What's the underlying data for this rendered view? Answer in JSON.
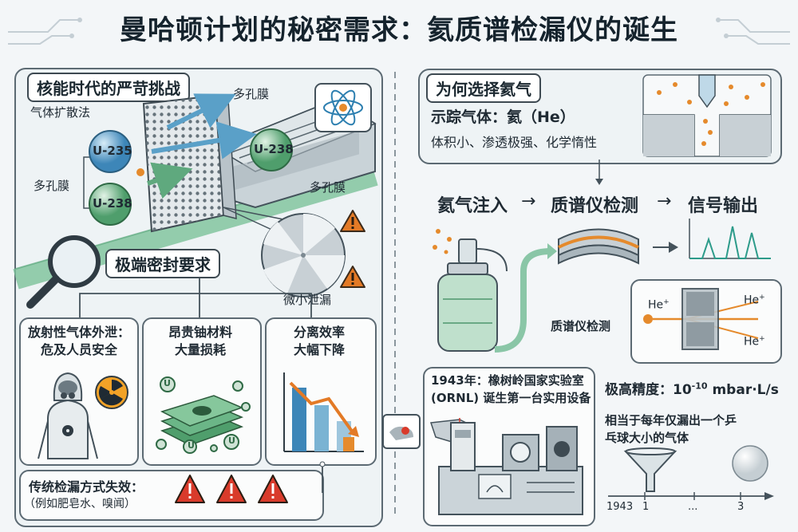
{
  "title": "曼哈顿计划的秘密需求：氦质谱检漏仪的诞生",
  "left": {
    "section_title": "核能时代的严苛挑战",
    "diffusion_label": "气体扩散法",
    "porous_top": "多孔膜",
    "porous_left": "多孔膜",
    "porous_right": "多孔膜",
    "u235": "U-235",
    "u238_left": "U-238",
    "u238_right": "U-238",
    "seal_title": "极端密封要求",
    "micro_leak": "微小泄漏",
    "risk1": "放射性气体外泄：\n危及人员安全",
    "risk2": "昂贵铀材料\n大量损耗",
    "risk3": "分离效率\n大幅下降",
    "uranium_symbol": "U",
    "fail_title": "传统检漏方式失效：",
    "fail_note": "（例如肥皂水、嗅闻）"
  },
  "right": {
    "why_title": "为何选择氦气",
    "tracer": "示踪气体：氦（He）",
    "tracer_desc": "体积小、渗透极强、化学惰性",
    "flow_step1": "氦气注入",
    "flow_step2": "质谱仪检测",
    "flow_step3": "信号输出",
    "flow_arrow": "→",
    "ms_label": "质谱仪检测",
    "ion": "He",
    "ion_sup": "+",
    "history": "1943年：橡树岭国家实验室\n(ORNL) 诞生第一台实用设备",
    "precision_prefix": "极高精度：10",
    "precision_exp": "-10",
    "precision_unit": " mbar·L/s",
    "analogy": "相当于每年仅漏出一个乒\n乓球大小的气体",
    "timeline_start": "1943",
    "timeline_1": "1",
    "timeline_dots": "...",
    "timeline_3": "3"
  }
}
